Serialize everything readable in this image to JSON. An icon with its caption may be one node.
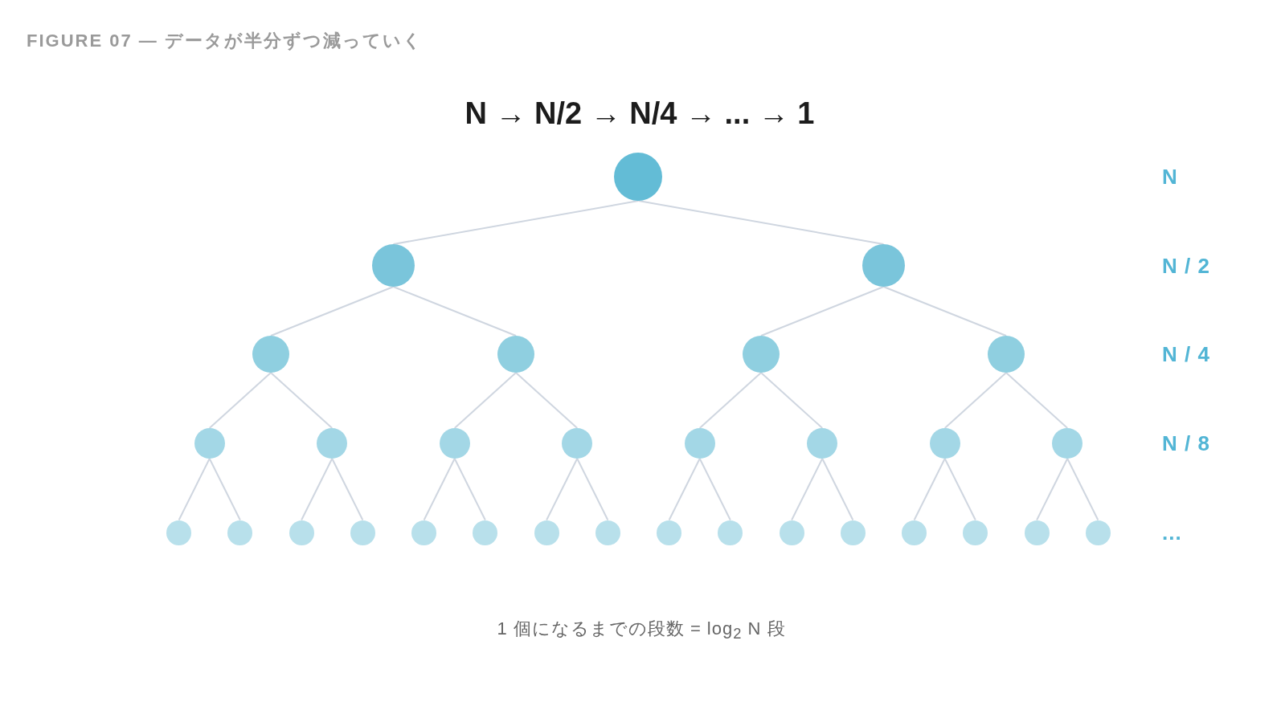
{
  "diagram": {
    "title": "FIGURE 07 — データが半分ずつ減っていく",
    "caption": "1 個になるまでの段数 = log$_{2}$ N 段",
    "nodes": [
      {
        "text": [],
        "shape": "circle"
      },
      {
        "text": [],
        "shape": "circle"
      },
      {
        "text": [],
        "shape": "circle"
      },
      {
        "text": [],
        "shape": "circle"
      },
      {
        "text": [],
        "shape": "circle"
      },
      {
        "text": [],
        "shape": "circle"
      },
      {
        "text": [],
        "shape": "circle"
      },
      {
        "text": [],
        "shape": "circle"
      },
      {
        "text": [],
        "shape": "circle"
      },
      {
        "text": [],
        "shape": "circle"
      },
      {
        "text": [],
        "shape": "circle"
      },
      {
        "text": [],
        "shape": "circle"
      },
      {
        "text": [],
        "shape": "circle"
      },
      {
        "text": [],
        "shape": "circle"
      },
      {
        "text": [],
        "shape": "circle"
      },
      {
        "text": [],
        "shape": "circle"
      },
      {
        "text": [],
        "shape": "circle"
      },
      {
        "text": [],
        "shape": "circle"
      },
      {
        "text": [],
        "shape": "circle"
      },
      {
        "text": [],
        "shape": "circle"
      },
      {
        "text": [],
        "shape": "circle"
      },
      {
        "text": [],
        "shape": "circle"
      },
      {
        "text": [],
        "shape": "circle"
      },
      {
        "text": [],
        "shape": "circle"
      },
      {
        "text": [],
        "shape": "circle"
      },
      {
        "text": [],
        "shape": "circle"
      },
      {
        "text": [],
        "shape": "circle"
      },
      {
        "text": [],
        "shape": "circle"
      },
      {
        "text": [],
        "shape": "circle"
      },
      {
        "text": [],
        "shape": "circle"
      },
      {
        "text": [],
        "shape": "circle"
      }
    ],
    "edges": [
      {
        "from": 0,
        "to": 1,
        "arrow": "none"
      },
      {
        "from": 0,
        "to": 2,
        "arrow": "none"
      },
      {
        "from": 1,
        "to": 3,
        "arrow": "none"
      },
      {
        "from": 1,
        "to": 4,
        "arrow": "none"
      },
      {
        "from": 2,
        "to": 5,
        "arrow": "none"
      },
      {
        "from": 2,
        "to": 6,
        "arrow": "none"
      },
      {
        "from": 3,
        "to": 7,
        "arrow": "none"
      },
      {
        "from": 3,
        "to": 8,
        "arrow": "none"
      },
      {
        "from": 4,
        "to": 9,
        "arrow": "none"
      },
      {
        "from": 4,
        "to": 10,
        "arrow": "none"
      },
      {
        "from": 5,
        "to": 11,
        "arrow": "none"
      },
      {
        "from": 5,
        "to": 12,
        "arrow": "none"
      },
      {
        "from": 6,
        "to": 13,
        "arrow": "none"
      },
      {
        "from": 6,
        "to": 14,
        "arrow": "none"
      },
      {
        "from": 7,
        "to": 15,
        "arrow": "none"
      },
      {
        "from": 7,
        "to": 16,
        "arrow": "none"
      },
      {
        "from": 8,
        "to": 17,
        "arrow": "none"
      },
      {
        "from": 8,
        "to": 18,
        "arrow": "none"
      },
      {
        "from": 9,
        "to": 19,
        "arrow": "none"
      },
      {
        "from": 9,
        "to": 20,
        "arrow": "none"
      },
      {
        "from": 10,
        "to": 21,
        "arrow": "none"
      },
      {
        "from": 10,
        "to": 22,
        "arrow": "none"
      },
      {
        "from": 11,
        "to": 23,
        "arrow": "none"
      },
      {
        "from": 11,
        "to": 24,
        "arrow": "none"
      },
      {
        "from": 12,
        "to": 25,
        "arrow": "none"
      },
      {
        "from": 12,
        "to": 26,
        "arrow": "none"
      },
      {
        "from": 13,
        "to": 27,
        "arrow": "none"
      },
      {
        "from": 13,
        "to": 28,
        "arrow": "none"
      },
      {
        "from": 14,
        "to": 29,
        "arrow": "none"
      },
      {
        "from": 14,
        "to": 30,
        "arrow": "none"
      }
    ],
    "labels": [
      "N → N/2 → N/4 → ... → 1",
      "N",
      "N / 2",
      "N / 4",
      "N / 8",
      "..."
    ]
  }
}
